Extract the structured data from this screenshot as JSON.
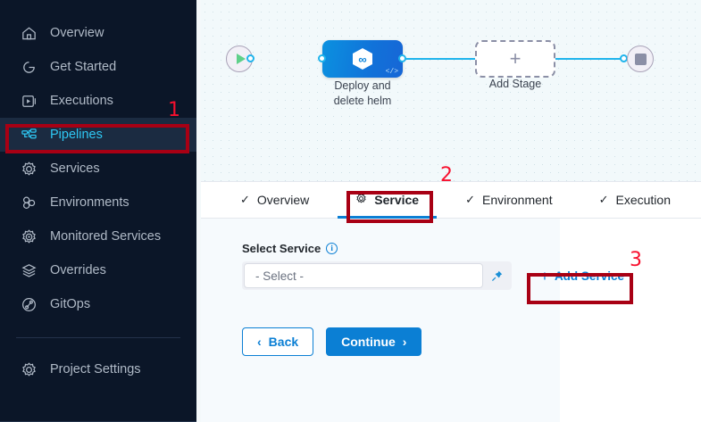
{
  "sidebar": {
    "items": [
      {
        "label": "Overview",
        "icon": "home-icon",
        "active": false
      },
      {
        "label": "Get Started",
        "icon": "get-started-icon",
        "active": false
      },
      {
        "label": "Executions",
        "icon": "executions-icon",
        "active": false
      },
      {
        "label": "Pipelines",
        "icon": "pipelines-icon",
        "active": true
      },
      {
        "label": "Services",
        "icon": "gear-icon",
        "active": false
      },
      {
        "label": "Environments",
        "icon": "environments-icon",
        "active": false
      },
      {
        "label": "Monitored Services",
        "icon": "monitored-services-icon",
        "active": false
      },
      {
        "label": "Overrides",
        "icon": "layers-icon",
        "active": false
      },
      {
        "label": "GitOps",
        "icon": "gitops-icon",
        "active": false
      }
    ],
    "settings": {
      "label": "Project Settings",
      "icon": "gear-icon"
    },
    "colors": {
      "bg": "#0b1628",
      "active_text": "#2ec8f4",
      "active_bg": "#1b2b41"
    }
  },
  "canvas": {
    "start_node": "start-icon",
    "end_node": "stop-icon",
    "stage": {
      "label_line1": "Deploy and",
      "label_line2": "delete helm",
      "badge": "</>"
    },
    "add_stage": {
      "label": "Add Stage",
      "glyph": "+"
    }
  },
  "tabs": [
    {
      "label": "Overview",
      "icon": "check-icon",
      "active": false
    },
    {
      "label": "Service",
      "icon": "gear-icon",
      "active": true
    },
    {
      "label": "Environment",
      "icon": "check-icon",
      "active": false
    },
    {
      "label": "Execution",
      "icon": "check-icon",
      "active": false
    }
  ],
  "form": {
    "select_service_label": "Select Service",
    "select_value": "- Select -",
    "pin_icon": "pin-icon",
    "add_service_label": "Add Service",
    "add_service_plus": "+",
    "back_label": "Back",
    "back_chevron": "‹",
    "continue_label": "Continue",
    "continue_chevron": "›"
  },
  "annotations": [
    {
      "number": "1",
      "target": "sidebar-item-pipelines"
    },
    {
      "number": "2",
      "target": "tab-service"
    },
    {
      "number": "3",
      "target": "add-service-button"
    }
  ],
  "colors": {
    "annotation_box": "#a80014",
    "annotation_number": "#f8102e",
    "primary_blue": "#0b7fd4",
    "connector": "#1fb4ec"
  }
}
